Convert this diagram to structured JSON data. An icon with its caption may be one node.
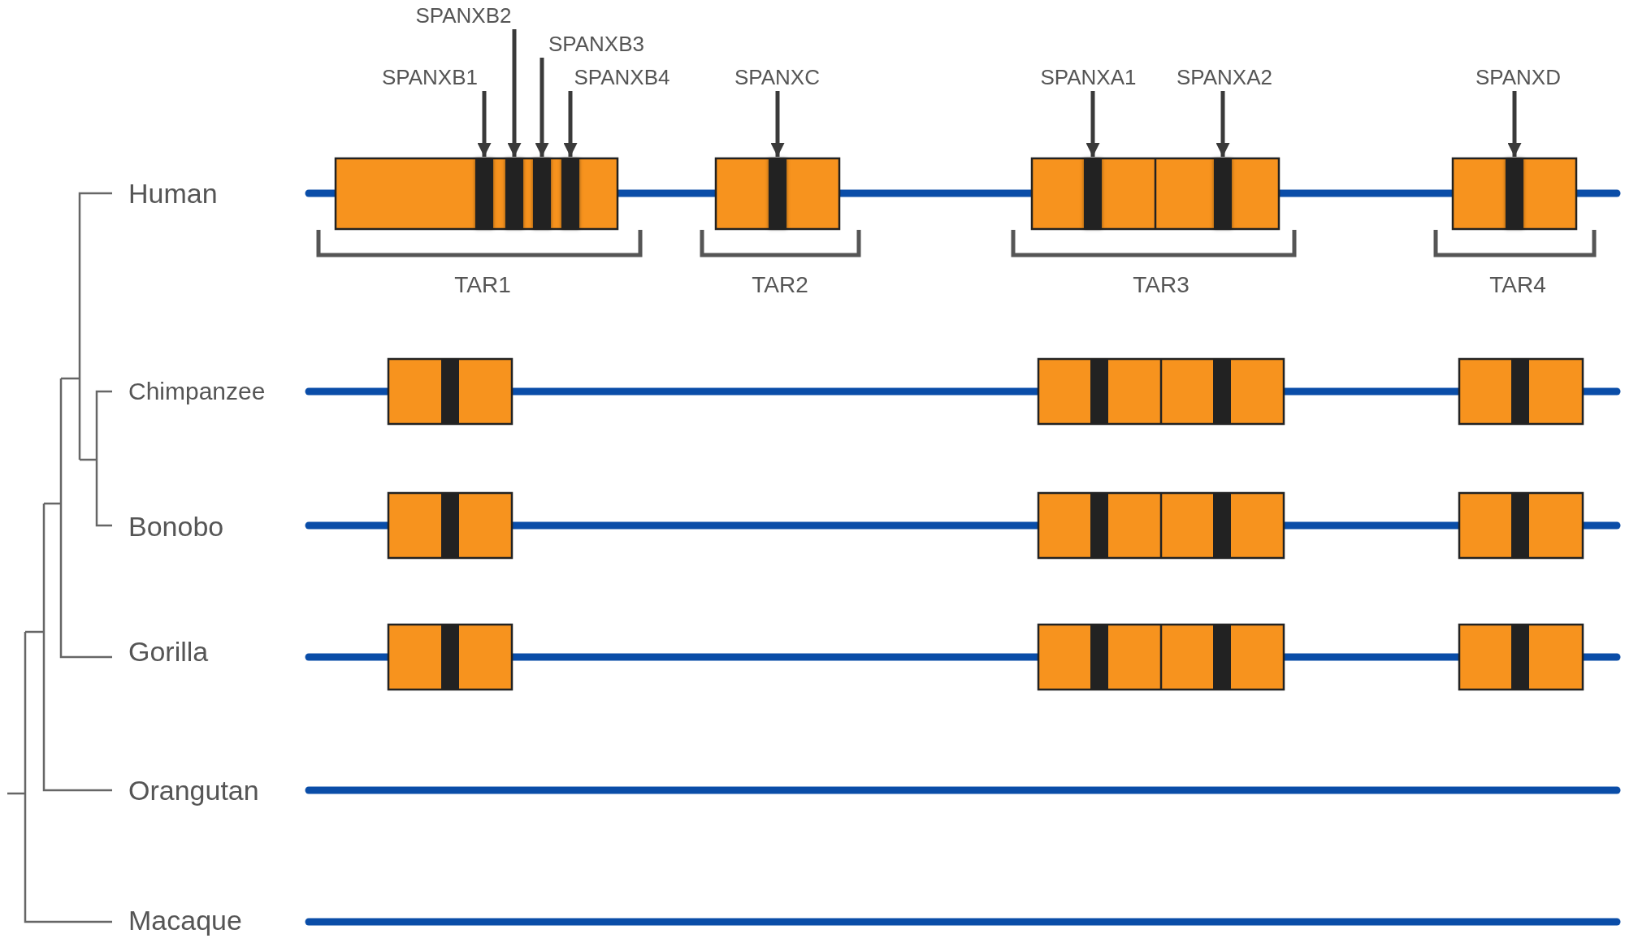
{
  "diagram": {
    "nodes": [
      {
        "text": [
          "SPANXB2"
        ]
      },
      {
        "text": [
          "SPANXB3"
        ]
      },
      {
        "text": [
          "SPANXB1"
        ]
      },
      {
        "text": [
          "SPANXB4"
        ]
      },
      {
        "text": [
          "SPANXC"
        ]
      },
      {
        "text": [
          "SPANXA1"
        ]
      },
      {
        "text": [
          "SPANXA2"
        ]
      },
      {
        "text": [
          "SPANXD"
        ]
      },
      {
        "text": [],
        "shape": "bar"
      },
      {
        "text": [],
        "shape": "bar"
      },
      {
        "text": [],
        "shape": "bar"
      },
      {
        "text": [],
        "shape": "bar"
      },
      {
        "text": [],
        "shape": "bar"
      },
      {
        "text": [],
        "shape": "bar"
      },
      {
        "text": [],
        "shape": "bar"
      },
      {
        "text": [],
        "shape": "bar"
      }
    ],
    "edges": [
      {
        "from": 2,
        "to": 8,
        "arrow": "to"
      },
      {
        "from": 0,
        "to": 9,
        "arrow": "to"
      },
      {
        "from": 1,
        "to": 10,
        "arrow": "to"
      },
      {
        "from": 3,
        "to": 11,
        "arrow": "to"
      },
      {
        "from": 4,
        "to": 12,
        "arrow": "to"
      },
      {
        "from": 5,
        "to": 13,
        "arrow": "to"
      },
      {
        "from": 6,
        "to": 14,
        "arrow": "to"
      },
      {
        "from": 7,
        "to": 15,
        "arrow": "to"
      }
    ],
    "labels": [
      "Human",
      "TAR1",
      "TAR2",
      "TAR3",
      "TAR4",
      "Chimpanzee",
      "Bonobo",
      "Gorilla",
      "Orangutan",
      "Macaque"
    ]
  }
}
